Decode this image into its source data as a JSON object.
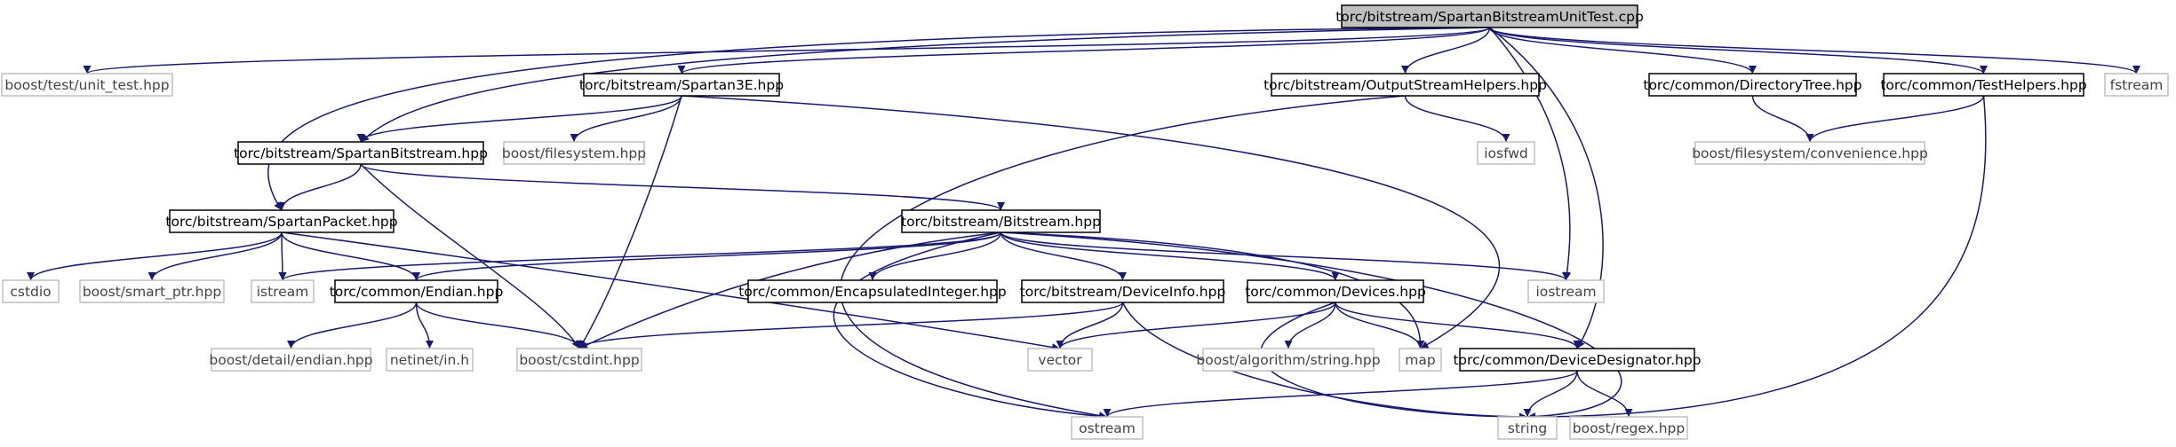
{
  "colors": {
    "edge": "#191970",
    "focus_fill": "#bfbfbf",
    "documented_border": "#000000",
    "external_border": "#bfbfbf",
    "documented_text": "#000000",
    "external_text": "#444444"
  },
  "nodes": [
    {
      "id": "unittest_cpp",
      "label": "torc/bitstream/SpartanBitstreamUnitTest.cpp",
      "kind": "focus"
    },
    {
      "id": "boost_unit_test",
      "label": "boost/test/unit_test.hpp",
      "kind": "external"
    },
    {
      "id": "spartan3e",
      "label": "torc/bitstream/Spartan3E.hpp",
      "kind": "documented"
    },
    {
      "id": "outputstream",
      "label": "torc/bitstream/OutputStreamHelpers.hpp",
      "kind": "documented"
    },
    {
      "id": "directorytree",
      "label": "torc/common/DirectoryTree.hpp",
      "kind": "documented"
    },
    {
      "id": "testhelpers",
      "label": "torc/common/TestHelpers.hpp",
      "kind": "documented"
    },
    {
      "id": "fstream",
      "label": "fstream",
      "kind": "external"
    },
    {
      "id": "spartanbitstream",
      "label": "torc/bitstream/SpartanBitstream.hpp",
      "kind": "documented"
    },
    {
      "id": "boost_filesystem",
      "label": "boost/filesystem.hpp",
      "kind": "external"
    },
    {
      "id": "iosfwd",
      "label": "iosfwd",
      "kind": "external"
    },
    {
      "id": "boost_fs_convenience",
      "label": "boost/filesystem/convenience.hpp",
      "kind": "external"
    },
    {
      "id": "spartanpacket",
      "label": "torc/bitstream/SpartanPacket.hpp",
      "kind": "documented"
    },
    {
      "id": "bitstream",
      "label": "torc/bitstream/Bitstream.hpp",
      "kind": "documented"
    },
    {
      "id": "cstdio",
      "label": "cstdio",
      "kind": "external"
    },
    {
      "id": "boost_smart_ptr",
      "label": "boost/smart_ptr.hpp",
      "kind": "external"
    },
    {
      "id": "istream",
      "label": "istream",
      "kind": "external"
    },
    {
      "id": "endian",
      "label": "torc/common/Endian.hpp",
      "kind": "documented"
    },
    {
      "id": "encapsulatedinteger",
      "label": "torc/common/EncapsulatedInteger.hpp",
      "kind": "documented"
    },
    {
      "id": "deviceinfo",
      "label": "torc/bitstream/DeviceInfo.hpp",
      "kind": "documented"
    },
    {
      "id": "devices",
      "label": "torc/common/Devices.hpp",
      "kind": "documented"
    },
    {
      "id": "iostream",
      "label": "iostream",
      "kind": "external"
    },
    {
      "id": "boost_detail_endian",
      "label": "boost/detail/endian.hpp",
      "kind": "external"
    },
    {
      "id": "netinet_in",
      "label": "netinet/in.h",
      "kind": "external"
    },
    {
      "id": "boost_cstdint",
      "label": "boost/cstdint.hpp",
      "kind": "external"
    },
    {
      "id": "vector",
      "label": "vector",
      "kind": "external"
    },
    {
      "id": "boost_algorithm_string",
      "label": "boost/algorithm/string.hpp",
      "kind": "external"
    },
    {
      "id": "map",
      "label": "map",
      "kind": "external"
    },
    {
      "id": "devicedesignator",
      "label": "torc/common/DeviceDesignator.hpp",
      "kind": "documented"
    },
    {
      "id": "ostream",
      "label": "ostream",
      "kind": "external"
    },
    {
      "id": "string",
      "label": "string",
      "kind": "external"
    },
    {
      "id": "boost_regex",
      "label": "boost/regex.hpp",
      "kind": "external"
    }
  ],
  "edges": [
    [
      "unittest_cpp",
      "boost_unit_test"
    ],
    [
      "unittest_cpp",
      "spartan3e"
    ],
    [
      "unittest_cpp",
      "outputstream"
    ],
    [
      "unittest_cpp",
      "directorytree"
    ],
    [
      "unittest_cpp",
      "testhelpers"
    ],
    [
      "unittest_cpp",
      "fstream"
    ],
    [
      "unittest_cpp",
      "spartanbitstream"
    ],
    [
      "unittest_cpp",
      "spartanpacket"
    ],
    [
      "unittest_cpp",
      "iostream"
    ],
    [
      "unittest_cpp",
      "devicedesignator"
    ],
    [
      "spartan3e",
      "spartanbitstream"
    ],
    [
      "spartan3e",
      "boost_filesystem"
    ],
    [
      "spartan3e",
      "boost_cstdint"
    ],
    [
      "spartan3e",
      "map"
    ],
    [
      "outputstream",
      "iosfwd"
    ],
    [
      "outputstream",
      "ostream"
    ],
    [
      "directorytree",
      "boost_fs_convenience"
    ],
    [
      "testhelpers",
      "boost_fs_convenience"
    ],
    [
      "testhelpers",
      "string"
    ],
    [
      "spartanbitstream",
      "spartanpacket"
    ],
    [
      "spartanbitstream",
      "bitstream"
    ],
    [
      "spartanbitstream",
      "boost_cstdint"
    ],
    [
      "spartanpacket",
      "cstdio"
    ],
    [
      "spartanpacket",
      "boost_smart_ptr"
    ],
    [
      "spartanpacket",
      "istream"
    ],
    [
      "spartanpacket",
      "endian"
    ],
    [
      "spartanpacket",
      "vector"
    ],
    [
      "bitstream",
      "istream"
    ],
    [
      "bitstream",
      "endian"
    ],
    [
      "bitstream",
      "encapsulatedinteger"
    ],
    [
      "bitstream",
      "deviceinfo"
    ],
    [
      "bitstream",
      "devices"
    ],
    [
      "bitstream",
      "iostream"
    ],
    [
      "bitstream",
      "boost_cstdint"
    ],
    [
      "bitstream",
      "map"
    ],
    [
      "bitstream",
      "string"
    ],
    [
      "bitstream",
      "ostream"
    ],
    [
      "endian",
      "boost_detail_endian"
    ],
    [
      "endian",
      "netinet_in"
    ],
    [
      "endian",
      "boost_cstdint"
    ],
    [
      "deviceinfo",
      "boost_cstdint"
    ],
    [
      "deviceinfo",
      "vector"
    ],
    [
      "deviceinfo",
      "string"
    ],
    [
      "devices",
      "vector"
    ],
    [
      "devices",
      "boost_algorithm_string"
    ],
    [
      "devices",
      "map"
    ],
    [
      "devices",
      "devicedesignator"
    ],
    [
      "devices",
      "string"
    ],
    [
      "devicedesignator",
      "ostream"
    ],
    [
      "devicedesignator",
      "string"
    ],
    [
      "devicedesignator",
      "boost_regex"
    ]
  ]
}
